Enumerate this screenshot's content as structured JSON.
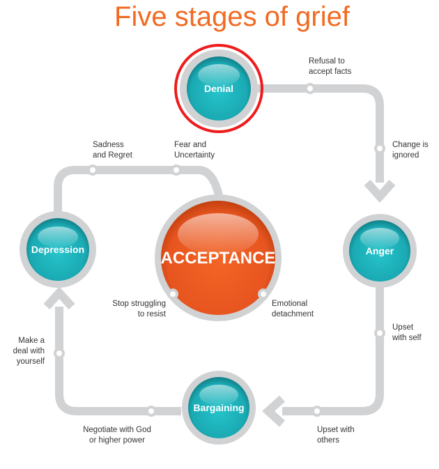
{
  "title": "Five stages of grief",
  "stages": {
    "denial": "Denial",
    "anger": "Anger",
    "bargaining": "Bargaining",
    "depression": "Depression",
    "acceptance": "ACCEPTANCE"
  },
  "notes": {
    "refusal": [
      "Refusal to",
      "accept facts"
    ],
    "change": [
      "Change is",
      "ignored"
    ],
    "upset_self": [
      "Upset",
      "with self"
    ],
    "upset_others": [
      "Upset with",
      "others"
    ],
    "negotiate": [
      "Negotiate with God",
      "or higher power"
    ],
    "deal": [
      "Make a",
      "deal with",
      "yourself"
    ],
    "sadness": [
      "Sadness",
      "and Regret"
    ],
    "fear": [
      "Fear and",
      "Uncertainty"
    ],
    "stop": [
      "Stop struggling",
      "to resist"
    ],
    "emotional": [
      "Emotional",
      "detachment"
    ]
  },
  "colors": {
    "title": "#f26a21",
    "teal": "#1fb5be",
    "orange": "#ee5a24",
    "track": "#d1d2d4",
    "highlight": "#ee1c1c"
  }
}
